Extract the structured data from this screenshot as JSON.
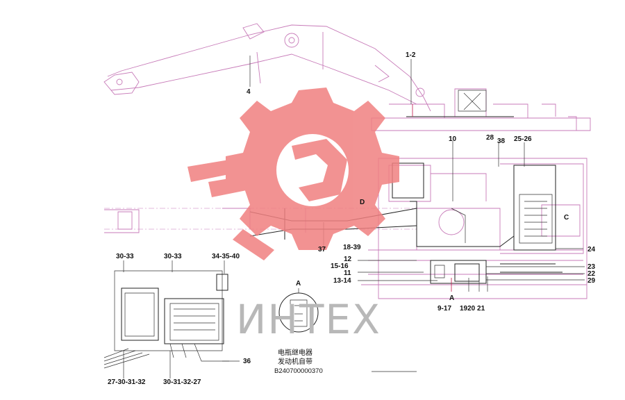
{
  "callouts": {
    "c4": "4",
    "c1_2": "1-2",
    "c10": "10",
    "c28": "28",
    "c38": "38",
    "c25_26": "25-26",
    "cD": "D",
    "cC": "C",
    "c37": "37",
    "c18_39": "18-39",
    "c12": "12",
    "c15_16": "15-16",
    "c11": "11",
    "c13_14": "13-14",
    "c24": "24",
    "c23": "23",
    "c22": "22",
    "c29": "29",
    "cA_main": "A",
    "c9_17": "9-17",
    "c19_20_21": "1920 21",
    "c30_33_left": "30-33",
    "c30_33_mid": "30-33",
    "c34_35_40": "34-35-40",
    "c36": "36",
    "c27_30_31_32": "27-30-31-32",
    "c30_31_32_27": "30-31-32-27",
    "cA_detail": "A"
  },
  "detail_note": {
    "line1": "电瓶继电器",
    "line2": "发动机自带",
    "part_no": "B240700000370"
  },
  "watermark": {
    "text": "ИНТЕХ",
    "logo_color": "#f08080",
    "text_color": "#b8b8b8"
  },
  "colors": {
    "drawing": "#c77ab8",
    "lines": "#222222",
    "leader": "#c0164a"
  }
}
